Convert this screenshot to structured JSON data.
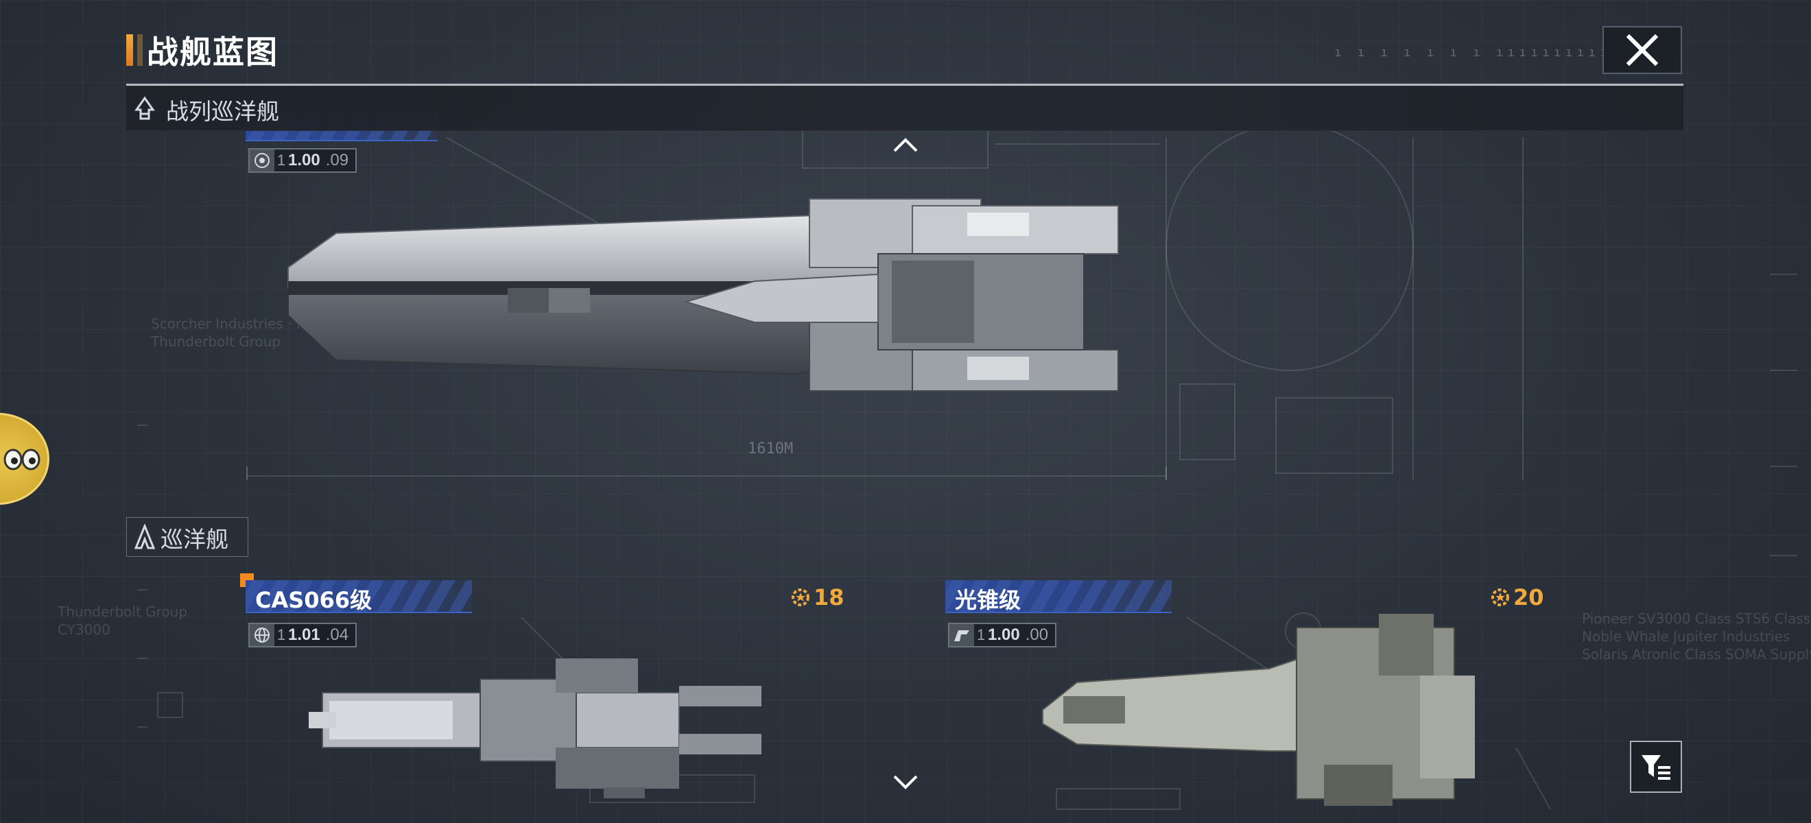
{
  "header": {
    "title": "战舰蓝图",
    "close_icon": "close-icon"
  },
  "category_battlecruiser": {
    "label": "战列巡洋舰",
    "icon": "battlecruiser-icon"
  },
  "category_cruiser": {
    "label": "巡洋舰",
    "icon": "cruiser-icon"
  },
  "featured_ship": {
    "length_label": "1610M",
    "version_prefix": "1",
    "version_main": "1.00",
    "version_minor": ".09"
  },
  "ships": [
    {
      "name": "CAS066级",
      "cost": "18",
      "version_prefix": "1",
      "version_main": "1.01",
      "version_minor": ".04",
      "icon": "globe-icon"
    },
    {
      "name": "光锥级",
      "cost": "20",
      "version_prefix": "1",
      "version_main": "1.00",
      "version_minor": ".00",
      "icon": "st-logo-icon"
    }
  ],
  "colors": {
    "accent_orange": "#f2a93b",
    "tag_blue": "#2e4a9a",
    "background": "#2a313b"
  }
}
